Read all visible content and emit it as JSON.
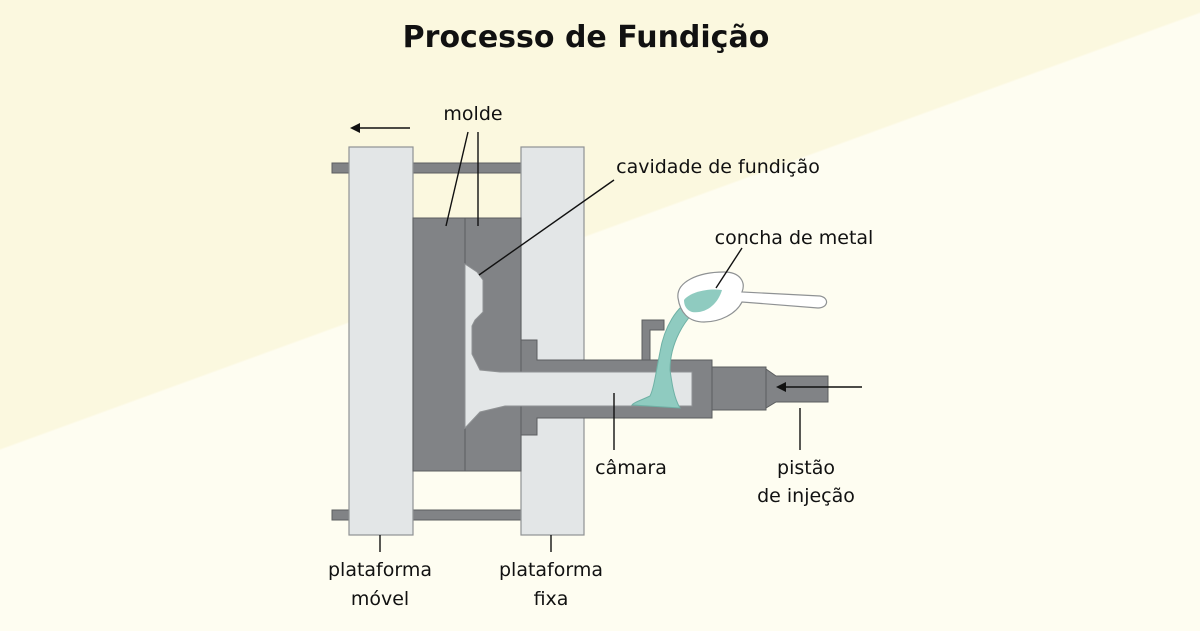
{
  "title": "Processo de Fundição",
  "labels": {
    "molde": "molde",
    "cavidade": "cavidade de fundição",
    "concha": "concha de metal",
    "camara": "câmara",
    "pistao_1": "pistão",
    "pistao_2": "de injeção",
    "plat_movel_1": "plataforma",
    "plat_movel_2": "móvel",
    "plat_fixa_1": "plataforma",
    "plat_fixa_2": "fixa"
  },
  "colors": {
    "background": "#fbf8df",
    "plate": "#e3e6e7",
    "metal_dark": "#818386",
    "molten_metal": "#8fcbc0",
    "text": "#111111"
  }
}
